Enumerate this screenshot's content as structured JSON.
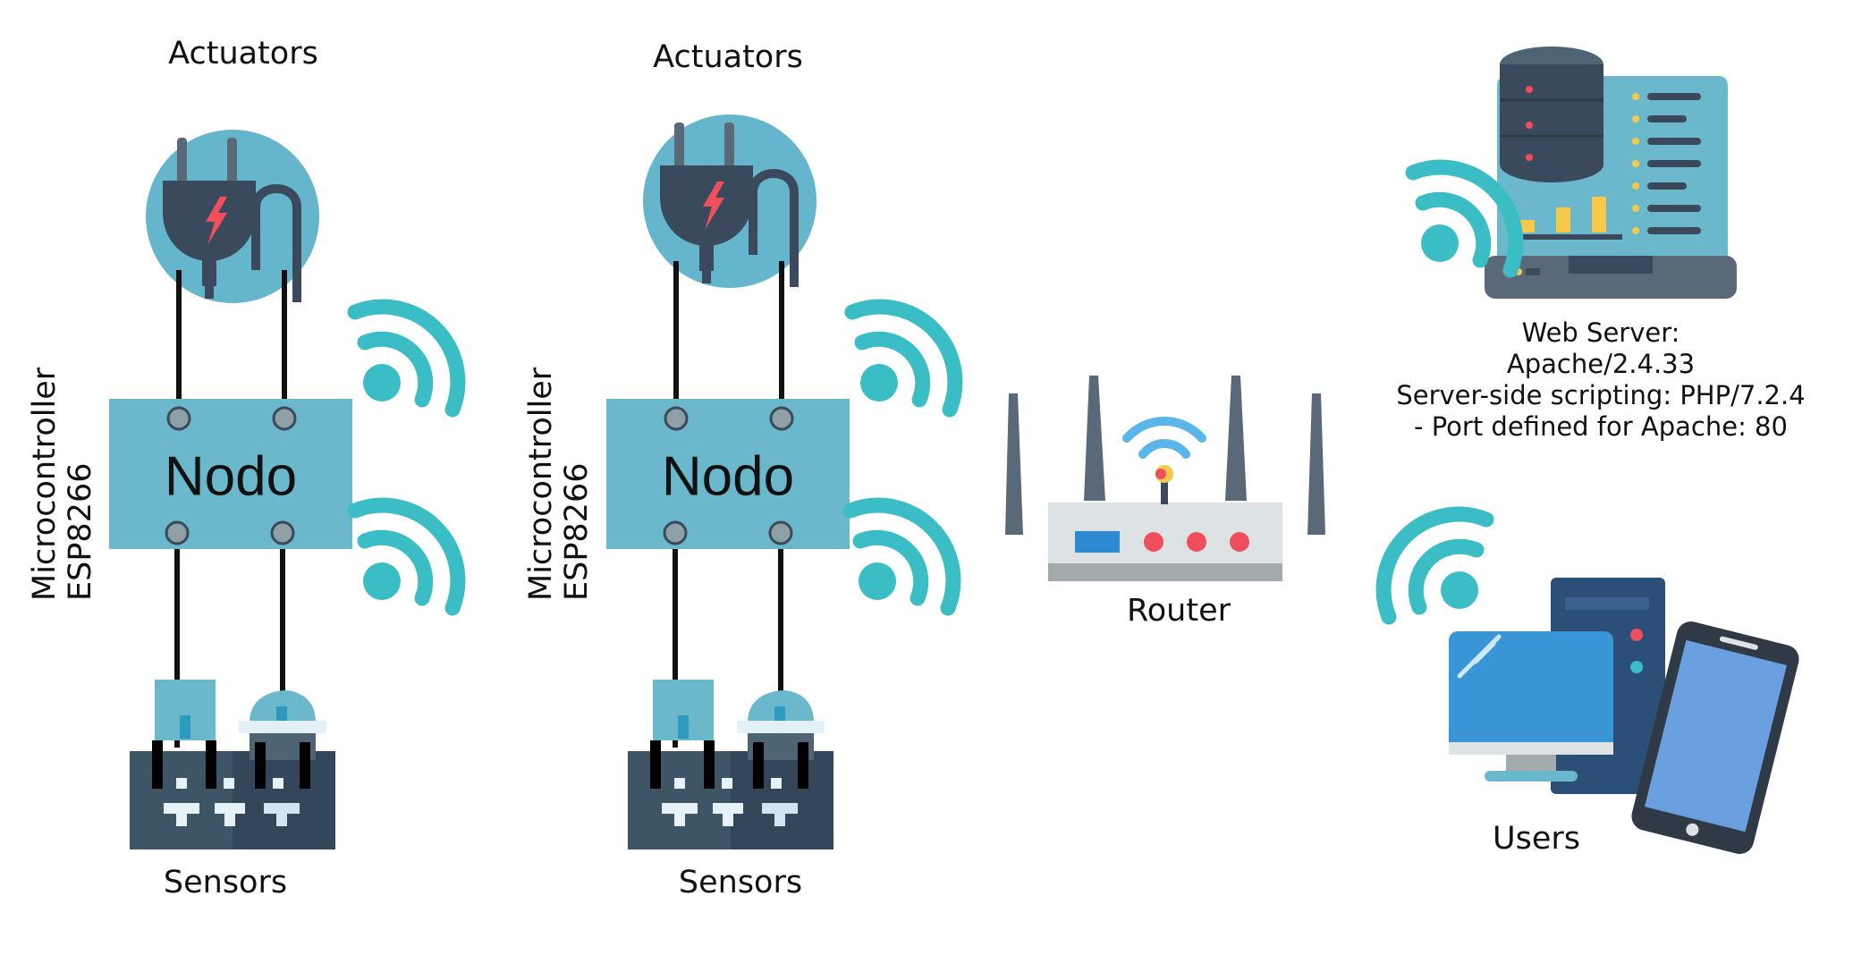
{
  "nodes": [
    {
      "actuators_label": "Actuators",
      "node_label": "Nodo",
      "microcontroller_line1": "Microcontroller",
      "microcontroller_line2": "ESP8266",
      "sensors_label": "Sensors"
    },
    {
      "actuators_label": "Actuators",
      "node_label": "Nodo",
      "microcontroller_line1": "Microcontroller",
      "microcontroller_line2": "ESP8266",
      "sensors_label": "Sensors"
    }
  ],
  "router": {
    "label": "Router"
  },
  "server": {
    "lines": [
      "Web Server:",
      "Apache/2.4.33",
      "Server-side scripting: PHP/7.2.4",
      "- Port defined for Apache: 80"
    ]
  },
  "users": {
    "label": "Users"
  },
  "icons": [
    "plug-icon",
    "wifi-icon",
    "sensor-board-icon",
    "router-icon",
    "server-icon",
    "desktop-icon",
    "phone-icon"
  ],
  "colors": {
    "node_box": "#6BB8CC",
    "wifi": "#3BBDC6",
    "plug_bg": "#5FB4CC",
    "dark": "#3A4A5C"
  }
}
